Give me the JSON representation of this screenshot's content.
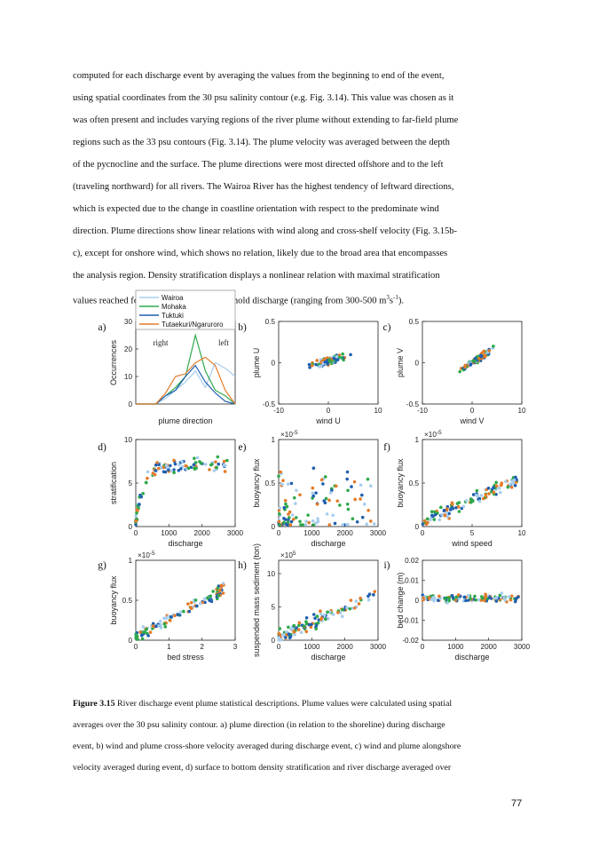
{
  "body_lines": [
    "computed for each discharge event by averaging the values from the beginning to end of the event,",
    "using spatial coordinates from the 30 psu salinity contour (e.g. Fig. 3.14). This value was chosen as it",
    "was often present and includes varying regions of the river plume without extending to far-field plume",
    "regions such as the 33 psu contours (Fig. 3.14). The plume velocity was averaged between the depth",
    "of the pycnocline and the surface. The plume directions were most directed offshore and to the left",
    "(traveling northward) for all rivers. The Wairoa River has the highest tendency of leftward directions,",
    "which is expected due to the change in coastline orientation with respect to the predominate wind",
    "direction. Plume directions show linear relations with wind along and cross-shelf velocity (Fig. 3.15b-",
    "c), except for onshore wind, which shows no relation, likely due to the broad area that encompasses",
    "the analysis region. Density stratification displays a nonlinear relation with maximal stratification"
  ],
  "body_last_line": {
    "before": "values reached for each river above a threshold discharge (ranging from 300-500 m",
    "sup1": "3",
    "mid": "s",
    "sup2": "-1",
    "after": ")."
  },
  "caption": {
    "label": "Figure 3.15",
    "lines": [
      " River discharge event plume statistical descriptions. Plume values were calculated using spatial",
      "averages over the 30 psu salinity contour. a) plume direction (in relation to the shoreline) during discharge",
      "event, b) wind and plume cross-shore velocity averaged during discharge event, c) wind and plume alongshore",
      "velocity averaged during event, d) surface to bottom density stratification and river discharge averaged over"
    ]
  },
  "page_number": "77",
  "colors": {
    "Wairoa": "#a8cdee",
    "Mohaka": "#2ea84a",
    "Tuktuki": "#1f5fae",
    "Tutaekuri/Ngaruroro": "#e37b28"
  },
  "chart_data": [
    {
      "panel": "a)",
      "type": "line",
      "xlabel": "plume direction",
      "ylabel": "Occurrences",
      "ylim": [
        0,
        30
      ],
      "yticks": [
        "0",
        "10",
        "20",
        "30"
      ],
      "annotations": [
        "right",
        "left"
      ],
      "legend": [
        "Wairoa",
        "Mohaka",
        "Tuktuki",
        "Tutaekuri/Ngaruroro"
      ],
      "series": [
        {
          "name": "Wairoa",
          "values": [
            0,
            0,
            0,
            2,
            5,
            8,
            12,
            6,
            15,
            13,
            10
          ]
        },
        {
          "name": "Mohaka",
          "values": [
            0,
            0,
            0,
            3,
            6,
            10,
            25,
            12,
            5,
            3,
            0
          ]
        },
        {
          "name": "Tuktuki",
          "values": [
            0,
            0,
            0,
            3,
            5,
            10,
            14,
            8,
            4,
            1,
            0
          ]
        },
        {
          "name": "Tutaekuri/Ngaruroro",
          "values": [
            0,
            0,
            0,
            4,
            10,
            11,
            15,
            17,
            14,
            5,
            0
          ]
        }
      ]
    },
    {
      "panel": "b)",
      "type": "scatter",
      "xlabel": "wind U",
      "ylabel": "plume U",
      "xlim": [
        -10,
        10
      ],
      "ylim": [
        -0.5,
        0.5
      ],
      "xticks": [
        "-10",
        "0",
        "10"
      ],
      "yticks": [
        "-0.5",
        "0",
        "0.5"
      ]
    },
    {
      "panel": "c)",
      "type": "scatter",
      "xlabel": "wind V",
      "ylabel": "plume V",
      "xlim": [
        -10,
        10
      ],
      "ylim": [
        -0.5,
        0.5
      ],
      "xticks": [
        "-10",
        "0",
        "10"
      ],
      "yticks": [
        "-0.5",
        "0",
        "0.5"
      ]
    },
    {
      "panel": "d)",
      "type": "scatter",
      "xlabel": "discharge",
      "ylabel": "stratification",
      "xlim": [
        0,
        3000
      ],
      "ylim": [
        0,
        10
      ],
      "xticks": [
        "0",
        "1000",
        "2000",
        "3000"
      ],
      "yticks": [
        "0",
        "5",
        "10"
      ]
    },
    {
      "panel": "e)",
      "type": "scatter",
      "xlabel": "discharge",
      "ylabel": "buoyancy flux",
      "multiplier": "×10",
      "multiplier_exp": "-5",
      "xlim": [
        0,
        3000
      ],
      "ylim": [
        0,
        1
      ],
      "xticks": [
        "0",
        "1000",
        "2000",
        "3000"
      ],
      "yticks": [
        "0",
        "0.5",
        "1"
      ]
    },
    {
      "panel": "f)",
      "type": "scatter",
      "xlabel": "wind speed",
      "ylabel": "buoyancy flux",
      "multiplier": "×10",
      "multiplier_exp": "-5",
      "xlim": [
        0,
        10
      ],
      "ylim": [
        0,
        1
      ],
      "xticks": [
        "0",
        "5",
        "10"
      ],
      "yticks": [
        "0",
        "0.5",
        "1"
      ]
    },
    {
      "panel": "g)",
      "type": "scatter",
      "xlabel": "bed stress",
      "ylabel": "buoyancy flux",
      "multiplier": "×10",
      "multiplier_exp": "-5",
      "xlim": [
        0,
        3
      ],
      "ylim": [
        0,
        1
      ],
      "xticks": [
        "0",
        "1",
        "2",
        "3"
      ],
      "yticks": [
        "0",
        "0.5",
        "1"
      ]
    },
    {
      "panel": "h)",
      "type": "scatter",
      "xlabel": "discharge",
      "ylabel": "suspended mass sediment (ton)",
      "multiplier": "×10",
      "multiplier_exp": "5",
      "xlim": [
        0,
        3000
      ],
      "ylim": [
        0,
        12
      ],
      "xticks": [
        "0",
        "1000",
        "2000",
        "3000"
      ],
      "yticks": [
        "0",
        "5",
        "10"
      ]
    },
    {
      "panel": "i)",
      "type": "scatter",
      "xlabel": "discharge",
      "ylabel": "bed change (m)",
      "xlim": [
        0,
        3000
      ],
      "ylim": [
        -0.02,
        0.02
      ],
      "xticks": [
        "0",
        "1000",
        "2000",
        "3000"
      ],
      "yticks": [
        "-0.02",
        "-0.01",
        "0",
        "0.01",
        "0.02"
      ]
    }
  ]
}
